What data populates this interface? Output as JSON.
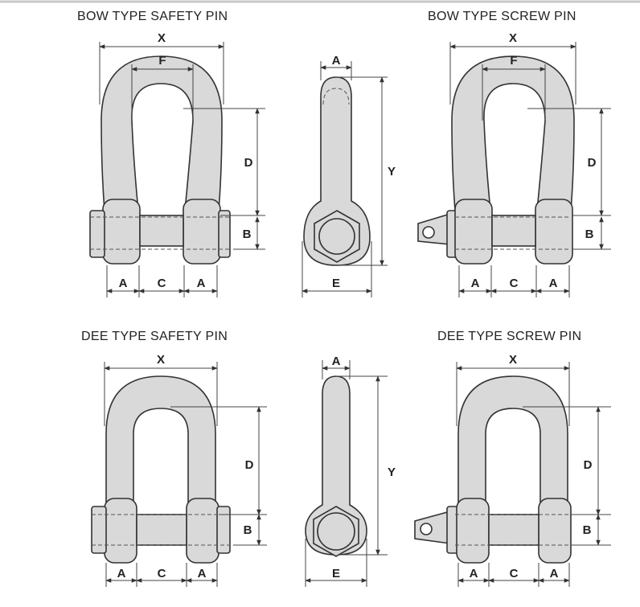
{
  "titles": {
    "bow_safety": "BOW TYPE SAFETY PIN",
    "bow_screw": "BOW TYPE SCREW PIN",
    "dee_safety": "DEE TYPE SAFETY PIN",
    "dee_screw": "DEE TYPE SCREW PIN"
  },
  "labels": {
    "x": "X",
    "f": "F",
    "d": "D",
    "b": "B",
    "a": "A",
    "c": "C",
    "y": "Y",
    "e": "E"
  },
  "colors": {
    "metal": "#d9d9d9",
    "outline": "#333333",
    "background": "#ffffff",
    "top_border": "#c8c8c8"
  }
}
